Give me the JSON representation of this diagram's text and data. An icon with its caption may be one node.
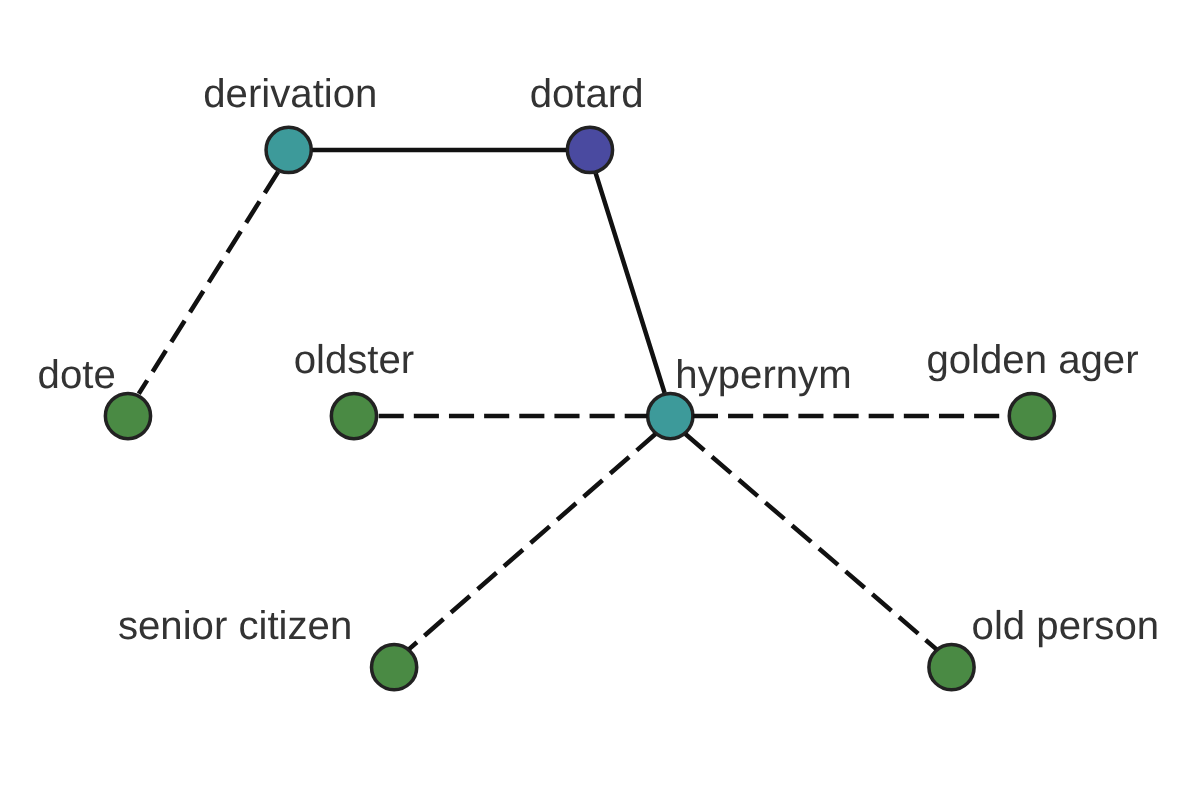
{
  "diagram": {
    "nodes": [
      {
        "text": [
          "dotard"
        ]
      },
      {
        "text": [
          "derivation"
        ]
      },
      {
        "text": [
          "dote"
        ]
      },
      {
        "text": [
          "hypernym"
        ]
      },
      {
        "text": [
          "oldster"
        ]
      },
      {
        "text": [
          "golden ager"
        ]
      },
      {
        "text": [
          "senior citizen"
        ]
      },
      {
        "text": [
          "old person"
        ]
      }
    ],
    "edges": [
      {
        "from": 1,
        "to": 0,
        "arrow": "none"
      },
      {
        "from": 1,
        "to": 2,
        "arrow": "none",
        "style": "dashed"
      },
      {
        "from": 0,
        "to": 3,
        "arrow": "none"
      },
      {
        "from": 4,
        "to": 3,
        "arrow": "none",
        "style": "dashed"
      },
      {
        "from": 3,
        "to": 5,
        "arrow": "none",
        "style": "dashed"
      },
      {
        "from": 3,
        "to": 6,
        "arrow": "none",
        "style": "dashed"
      },
      {
        "from": 3,
        "to": 7,
        "arrow": "none",
        "style": "dashed"
      }
    ]
  }
}
